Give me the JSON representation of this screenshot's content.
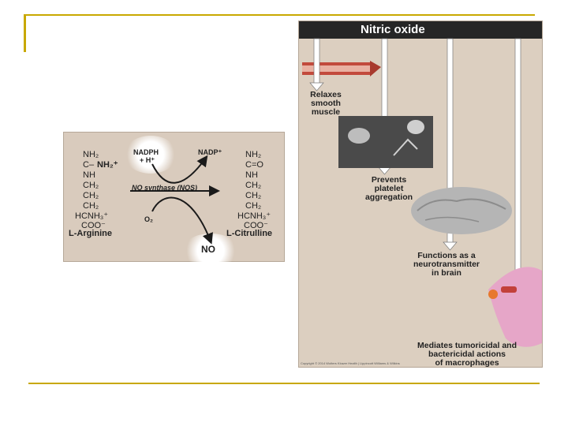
{
  "reaction": {
    "arginine": {
      "lines": [
        "NH₂",
        "C–",
        "NH",
        "CH₂",
        "CH₂",
        "CH₂",
        "HCNH₃⁺",
        "COO⁻"
      ],
      "nh2_plus": "NH₂⁺",
      "name": "L-Arginine"
    },
    "citrulline": {
      "lines": [
        "NH₂",
        "C=O",
        "NH",
        "CH₂",
        "CH₂",
        "CH₂",
        "HCNH₃⁺",
        "COO⁻"
      ],
      "name": "L-Citrulline"
    },
    "nadph": "NADPH",
    "h_plus": "+ H⁺",
    "nadp": "NADP⁺",
    "enzyme": "NO synthase (NOS)",
    "o2": "O₂",
    "no": "NO"
  },
  "no_panel": {
    "title": "Nitric oxide",
    "effects": [
      {
        "id": "smooth-muscle",
        "lines": [
          "Relaxes",
          "smooth",
          "muscle"
        ]
      },
      {
        "id": "platelet",
        "lines": [
          "Prevents",
          "platelet",
          "aggregation"
        ]
      },
      {
        "id": "neurotransmitter",
        "lines": [
          "Functions as a",
          "neurotransmitter",
          "in brain"
        ]
      },
      {
        "id": "macrophage",
        "lines": [
          "Mediates tumoricidal and",
          "bactericidal actions",
          "of macrophages"
        ]
      }
    ],
    "copyright": "Copyright © 2014 Wolters Kluwer Health | Lippincott Williams & Wilkins"
  }
}
